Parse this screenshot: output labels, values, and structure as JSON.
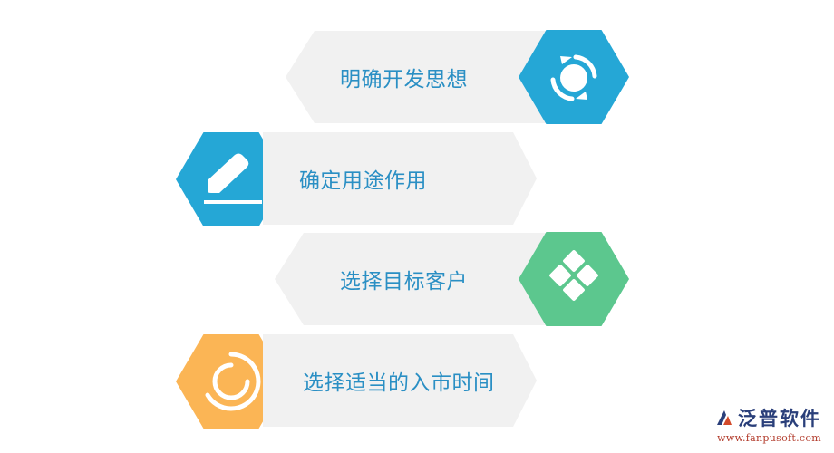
{
  "steps": [
    {
      "label": "明确开发思想",
      "icon": "refresh-icon",
      "color": "#25a7d6"
    },
    {
      "label": "确定用途作用",
      "icon": "pencil-icon",
      "color": "#25a7d6"
    },
    {
      "label": "选择目标客户",
      "icon": "diamond-grid-icon",
      "color": "#5cc78e"
    },
    {
      "label": "选择适当的入市时间",
      "icon": "circle-loop-icon",
      "color": "#fbb555"
    }
  ],
  "watermark": {
    "brand": "泛普软件",
    "url": "www.fanpusoft.com"
  }
}
